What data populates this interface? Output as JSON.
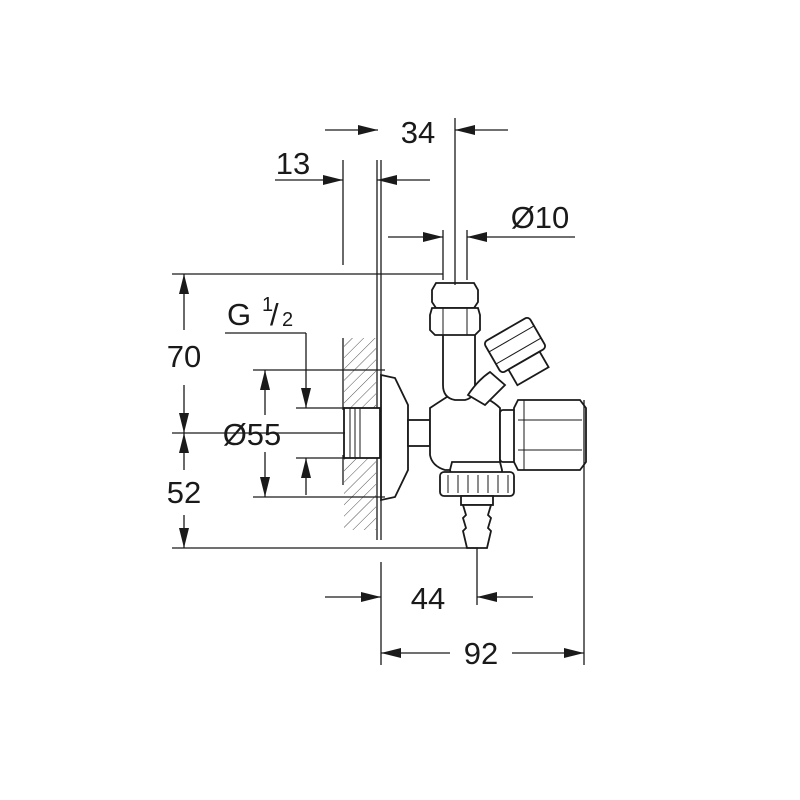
{
  "dimensions": {
    "top_width": "34",
    "wall_offset": "13",
    "tube_diameter": "Ø10",
    "thread_prefix": "G",
    "thread_num": "1",
    "thread_den": "2",
    "upper_height": "70",
    "rosette_diameter": "Ø55",
    "lower_height": "52",
    "outlet_offset": "44",
    "overall_width": "92"
  }
}
